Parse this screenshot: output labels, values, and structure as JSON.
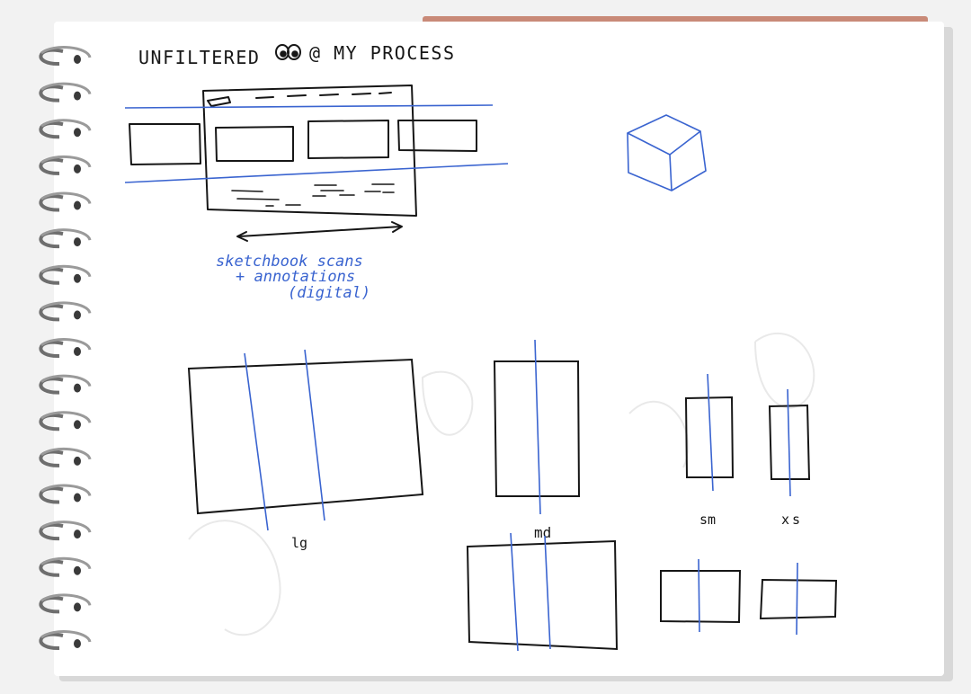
{
  "page": {
    "title_before_eyes": "UNFILTERED",
    "title_after_eyes": "@ MY PROCESS"
  },
  "annotation": {
    "line1": "sketchbook scans",
    "line2": "+ annotations",
    "line3": "(digital)"
  },
  "breakpoint_labels": {
    "lg": "lg",
    "md": "md",
    "sm": "sm",
    "xs": "xs"
  },
  "colors": {
    "paper": "#ffffff",
    "ink": "#161616",
    "blue_ink": "#3a64d0",
    "cover_accent": "#c98a78",
    "binding_wire": "#6e6e6e"
  }
}
